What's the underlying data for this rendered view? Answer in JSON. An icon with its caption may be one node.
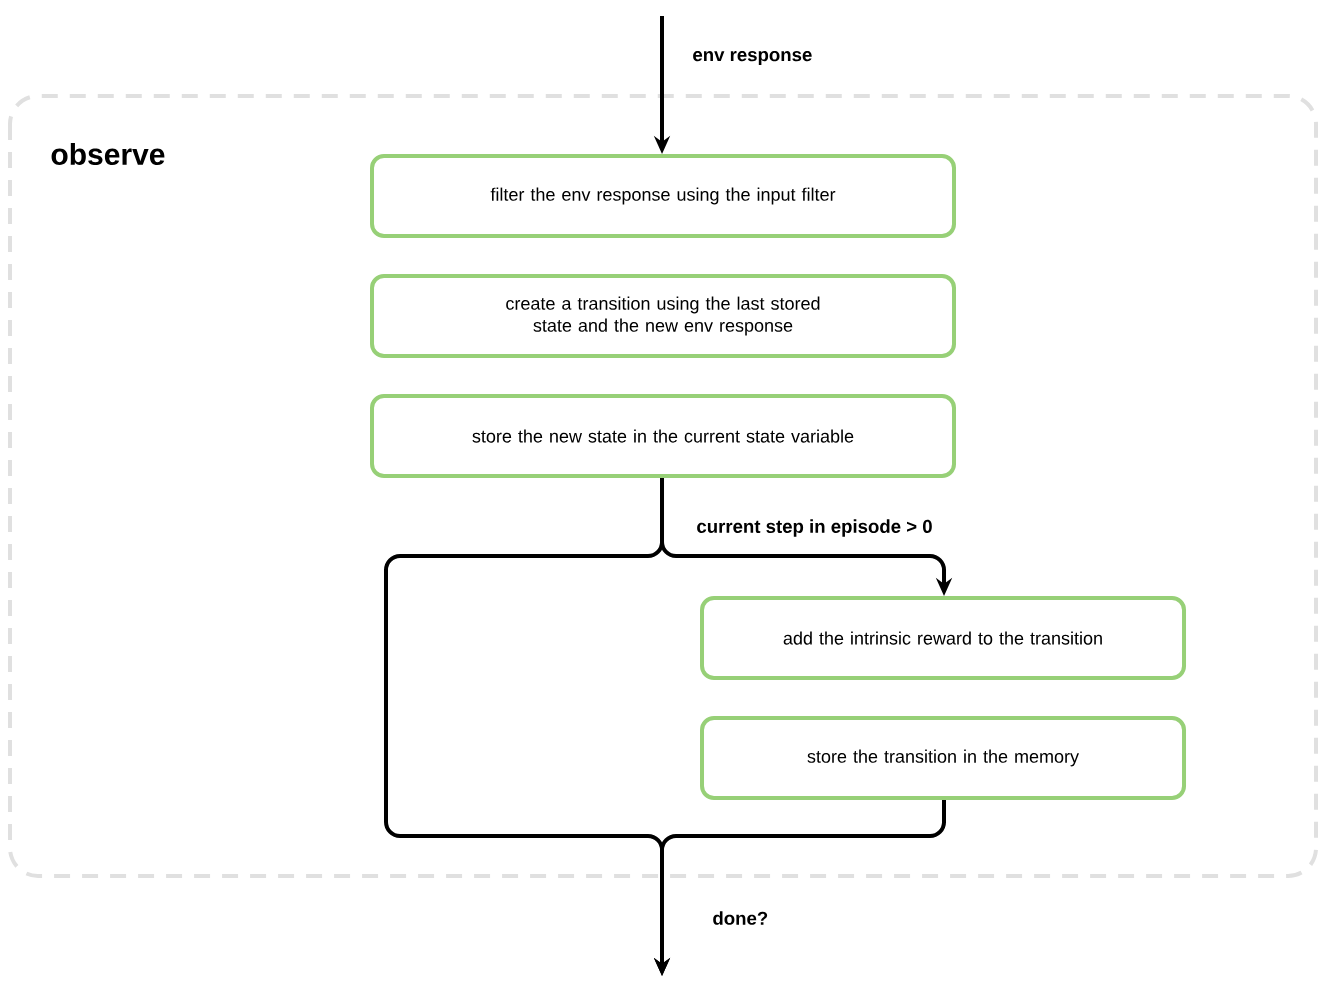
{
  "diagram": {
    "nodes": [
      {
        "text": [
          "observe"
        ]
      },
      {
        "text": [
          "filter the env response using the input filter"
        ],
        "in": 0
      },
      {
        "text": [
          "create a transition using the last stored state and the new env response"
        ],
        "in": 0
      },
      {
        "text": [
          "store the new state in the current state variable"
        ],
        "in": 0
      },
      {
        "text": [
          "add the intrinsic reward to the transition"
        ],
        "in": 0
      },
      {
        "text": [
          "store the transition in the memory"
        ],
        "in": 0
      }
    ],
    "edges": [
      {
        "from": null,
        "to": 1,
        "arrow": "to",
        "label": "env response"
      },
      {
        "from": 3,
        "to": 4,
        "arrow": "to",
        "label": "current step in episode > 0"
      },
      {
        "from": 3,
        "to": null,
        "arrow": "to"
      },
      {
        "from": 5,
        "to": null,
        "arrow": "to",
        "label": "done?"
      }
    ]
  }
}
